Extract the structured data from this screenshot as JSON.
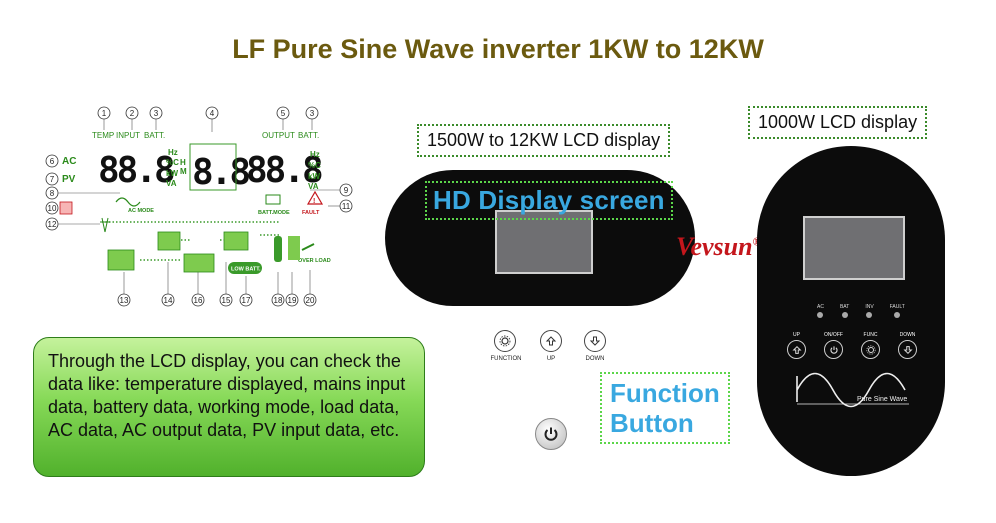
{
  "title": "LF Pure Sine Wave inverter 1KW to 12KW",
  "lcd_diagram": {
    "header_labels": {
      "temp": "TEMP",
      "input": "INPUT",
      "batt": "BATT.",
      "output": "OUTPUT",
      "batt2": "BATT."
    },
    "digits_left": "88.8",
    "digits_mid": "8.8",
    "digits_right": "88.8",
    "units": {
      "hz": "Hz",
      "pct_c": "%C",
      "h": "H",
      "kw": "kW",
      "m": "M",
      "va": "VA",
      "hz2": "Hz",
      "pct_c2": "%C",
      "kw2": "kW",
      "va2": "VA"
    },
    "side_labels": {
      "ac": "AC",
      "pv": "PV"
    },
    "small_labels": {
      "ac_mode": "AC MODE",
      "batt_mode": "BATT.MODE",
      "fault": "FAULT",
      "low_batt": "LOW BATT.",
      "over_load": "OVER LOAD"
    },
    "callouts": [
      "1",
      "2",
      "3",
      "4",
      "5",
      "3",
      "6",
      "7",
      "8",
      "9",
      "10",
      "11",
      "12",
      "13",
      "14",
      "16",
      "15",
      "17",
      "18",
      "19",
      "20"
    ]
  },
  "label_wide": "1500W to 12KW LCD display",
  "label_tall": "1000W LCD display",
  "hd_label": "HD Display screen",
  "brand": {
    "name": "Vevsun",
    "mark": "®"
  },
  "wide_buttons": [
    {
      "label": "FUNCTION",
      "icon": "gear-icon"
    },
    {
      "label": "UP",
      "icon": "up-arrow-icon"
    },
    {
      "label": "DOWN",
      "icon": "down-arrow-icon"
    }
  ],
  "function_label": {
    "line1": "Function",
    "line2": "Button"
  },
  "info_text": "Through the LCD display, you can check the data like: temperature displayed, mains input data, battery data, working mode, load data, AC data, AC output data, PV input data, etc.",
  "tall_panel": {
    "leds": [
      "AC",
      "BAT",
      "INV",
      "FAULT"
    ],
    "buttons": [
      {
        "label": "UP",
        "icon": "up-arrow-icon"
      },
      {
        "label": "ON/OFF",
        "icon": "power-icon"
      },
      {
        "label": "FUNC",
        "icon": "gear-icon"
      },
      {
        "label": "DOWN",
        "icon": "down-arrow-icon"
      }
    ],
    "wave_label": "Pure Sine Wave"
  },
  "colors": {
    "title": "#6b5a0f",
    "accent_green": "#3fae2a",
    "accent_blue": "#39a8e0",
    "brand_red": "#c4161c"
  }
}
